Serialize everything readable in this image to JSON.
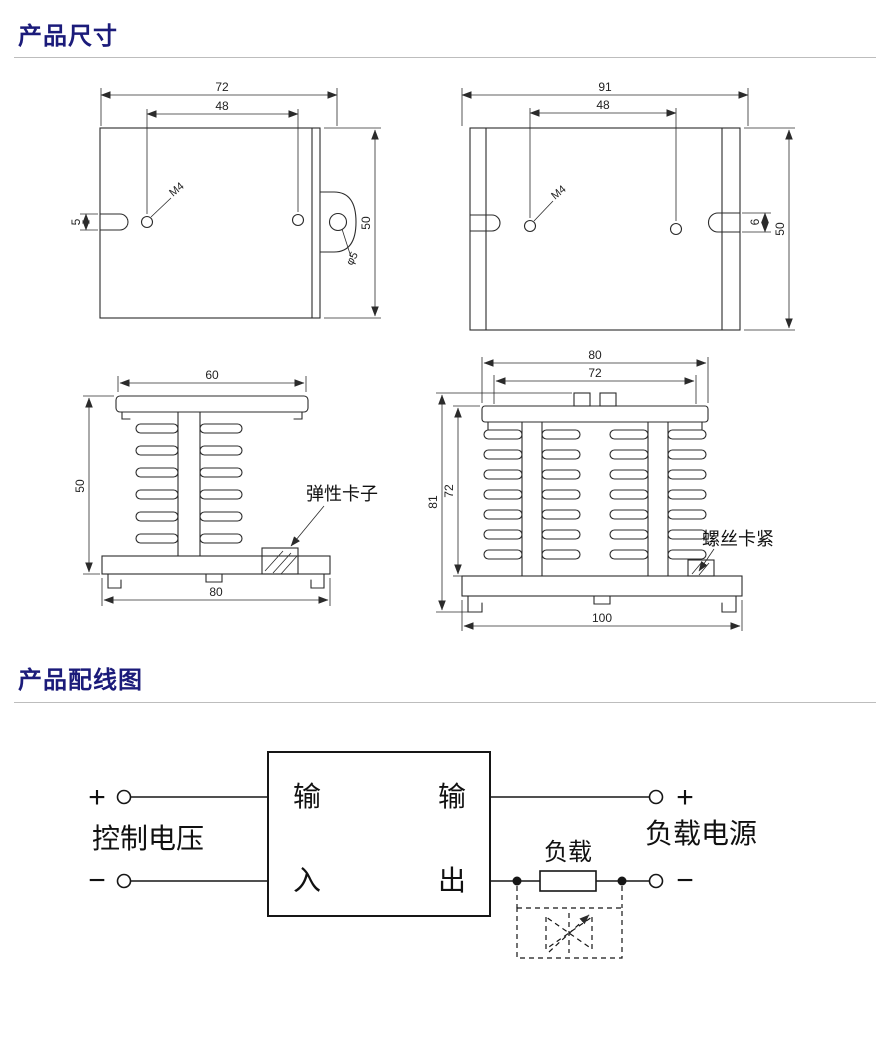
{
  "page": {
    "background": "#ffffff",
    "accent_color": "#1b1b7a"
  },
  "sections": [
    {
      "title": "产品尺寸"
    },
    {
      "title": "产品配线图"
    }
  ],
  "dims": {
    "front_small": {
      "overall_width": "72",
      "hole_spacing": "48",
      "height": "50",
      "slot_width": "5",
      "thread_label": "M4",
      "hole_label": "φ5"
    },
    "front_large": {
      "overall_width": "91",
      "hole_spacing": "48",
      "height": "50",
      "slot_width": "6",
      "thread_label": "M4"
    },
    "side_small": {
      "top_width": "60",
      "height": "50",
      "base_width": "80",
      "callout": "弹性卡子"
    },
    "side_large": {
      "top_width": "80",
      "top_inner_width": "72",
      "height": "81",
      "inner_height": "72",
      "base_width": "100",
      "callout": "螺丝卡紧"
    }
  },
  "wiring": {
    "relay": {
      "in_top": "输",
      "out_top": "输",
      "in_bottom": "入",
      "out_bottom": "出"
    },
    "control": {
      "plus": "+",
      "minus": "−",
      "label": "控制电压"
    },
    "load_side": {
      "plus": "+",
      "minus": "−",
      "label": "负载电源",
      "load_label": "负载"
    }
  }
}
